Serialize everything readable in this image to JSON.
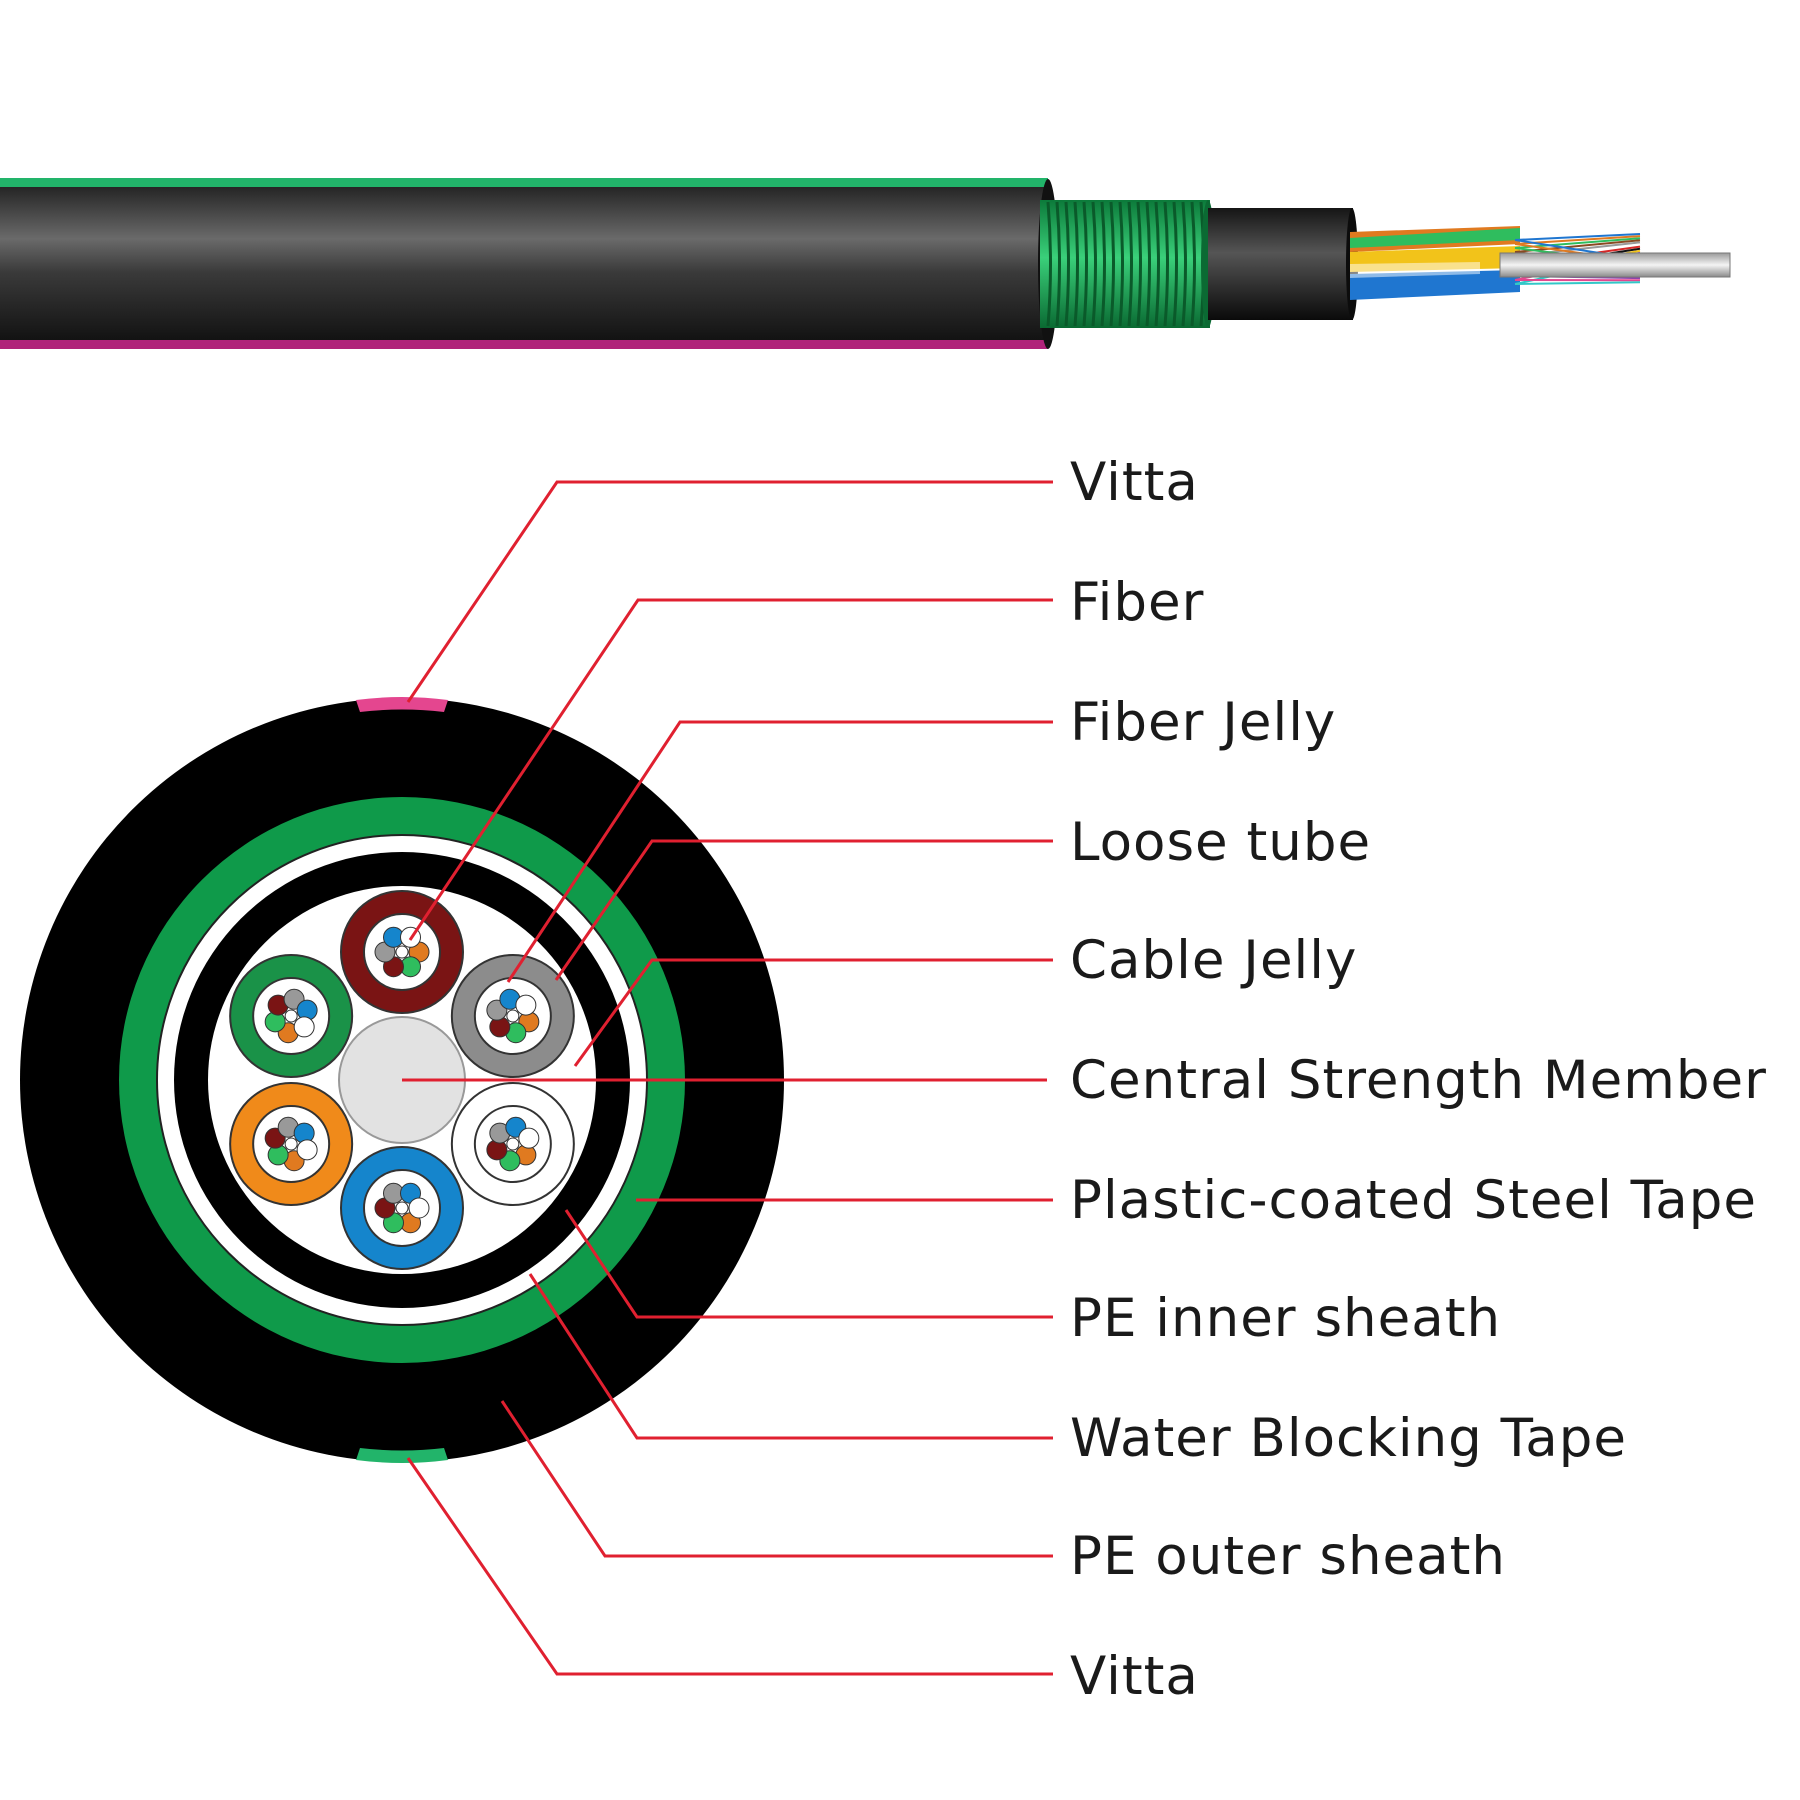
{
  "labels": {
    "vitta_top": "Vitta",
    "fiber": "Fiber",
    "fiber_jelly": "Fiber Jelly",
    "loose_tube": "Loose tube",
    "cable_jelly": "Cable Jelly",
    "central_strength_member": "Central Strength Member",
    "steel_tape": "Plastic-coated Steel Tape",
    "pe_inner_sheath": "PE inner sheath",
    "water_blocking_tape": "Water Blocking Tape",
    "pe_outer_sheath": "PE outer sheath",
    "vitta_bottom": "Vitta"
  },
  "colors": {
    "leader_line": "#e02030",
    "outer_sheath": "#000000",
    "steel_tape": "#0f9a4a",
    "vitta_top": "#e4468f",
    "vitta_bottom": "#22b46a",
    "loose_tubes": [
      "#7a1414",
      "#8c8c8c",
      "#ffffff",
      "#1585cc",
      "#f08a1a",
      "#1a9248"
    ]
  }
}
